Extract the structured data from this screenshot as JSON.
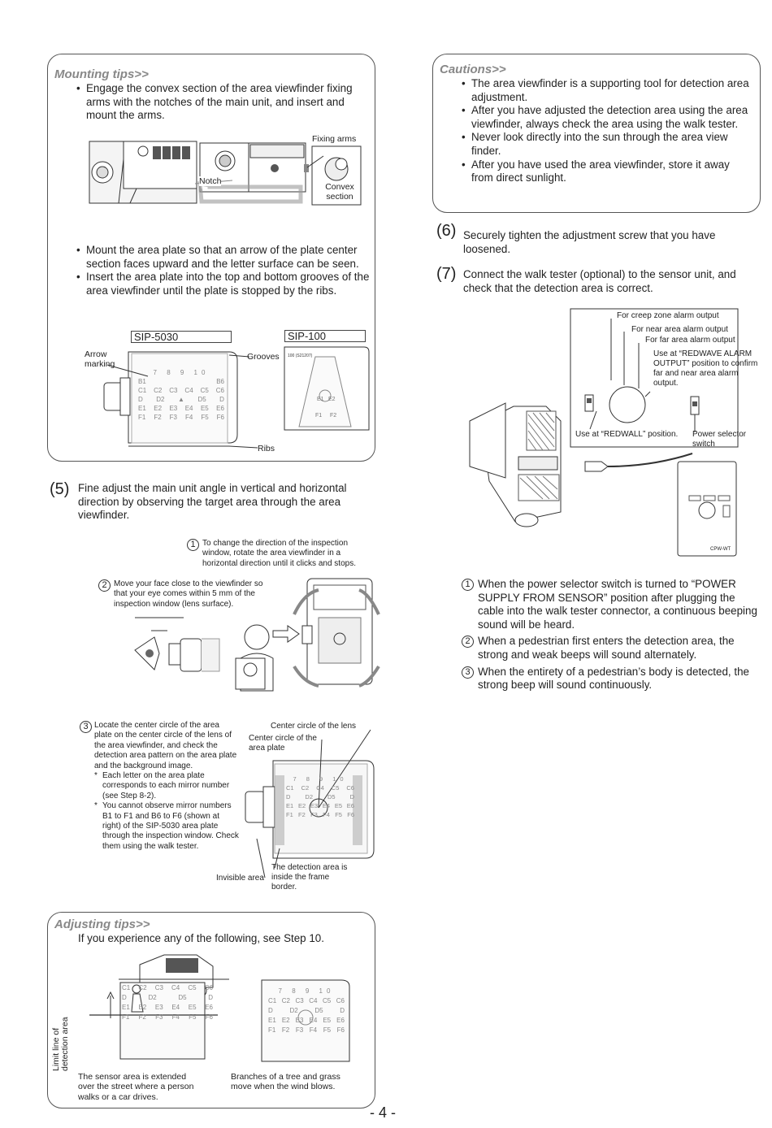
{
  "mounting_tips": {
    "title": "Mounting tips>>",
    "bullet1": "Engage the convex section of the area viewfinder fixing arms with the notches of the main unit, and insert and mount the arms.",
    "fig1_labels": {
      "fixing_arms": "Fixing arms",
      "notch": "Notch",
      "convex_section": "Convex section"
    },
    "bullet2": "Mount the area plate so that an arrow of the plate center section faces upward and the letter surface can be seen.",
    "bullet3": "Insert the area plate into the top and bottom grooves of the area viewfinder until the plate is stopped by the ribs.",
    "fig2_labels": {
      "sip5030": "SIP-5030",
      "sip100": "SIP-100",
      "arrow_marking": "Arrow marking",
      "grooves": "Grooves",
      "ribs": "Ribs"
    }
  },
  "cautions": {
    "title": "Cautions>>",
    "items": [
      "The area viewfinder is a supporting tool for detection area adjustment.",
      "After you have adjusted the detection area using the area viewfinder, always check the area using the walk tester.",
      "Never look directly into the sun through the area view finder.",
      "After you have used the area viewfinder, store it away from direct sunlight."
    ]
  },
  "step5": {
    "num": "(5)",
    "text": "Fine adjust the main unit angle in vertical and horizontal direction by observing the target area through the area viewfinder.",
    "note1_num": "1",
    "note1": "To change the direction of the inspection window, rotate the area viewfinder in a horizontal direction until it clicks and stops.",
    "note2_num": "2",
    "note2": "Move your face close to the viewfinder so that your eye comes within 5 mm of the inspection window (lens surface).",
    "note3_num": "3",
    "note3": "Locate the center circle of the area plate on the center circle of the lens of the area viewfinder, and check the detection area pattern on the area plate and the background image.",
    "note3_star1": "Each letter on the area plate corresponds to each mirror number (see Step 8-2).",
    "note3_star2": "You cannot observe mirror numbers B1 to F1 and B6 to F6 (shown at right) of the SIP-5030 area plate through the inspection window. Check them using the walk tester.",
    "fig_labels": {
      "center_lens": "Center circle of the lens",
      "center_plate": "Center circle of the area plate",
      "invisible": "Invisible area",
      "detection_inside": "The detection area is inside the frame border."
    }
  },
  "adjusting_tips": {
    "title": "Adjusting tips>>",
    "text": "If you experience any of the following, see Step 10.",
    "limit_line": "Limit line of detection area",
    "caption1": "The sensor area is extended over the street where a person walks or a car drives.",
    "caption2": "Branches of a tree and grass move when the wind blows."
  },
  "step6": {
    "num": "(6)",
    "text": "Securely tighten the adjustment screw that you have loosened."
  },
  "step7": {
    "num": "(7)",
    "text": "Connect the walk tester (optional) to the sensor unit, and check that the detection area is correct.",
    "fig_labels": {
      "creep": "For creep zone alarm output",
      "near": "For near area alarm output",
      "far": "For far area alarm output",
      "redwave": "Use at “REDWAVE ALARM OUTPUT” position to confirm far and near area alarm output.",
      "redwall": "Use at “REDWALL” position.",
      "power_selector": "Power selector switch",
      "model": "CPW-WT"
    },
    "notes": [
      {
        "num": "1",
        "text": "When the power selector switch is turned to “POWER SUPPLY FROM SENSOR” position after plugging the cable into the walk tester connector, a continuous beeping sound will be heard."
      },
      {
        "num": "2",
        "text": "When a pedestrian first enters the detection area, the strong and weak beeps will sound alternately."
      },
      {
        "num": "3",
        "text": "When the entirety of a pedestrian’s body is detected, the strong beep will sound continuously."
      }
    ]
  },
  "page_number": "- 4 -",
  "plate_cells": {
    "top": [
      "7",
      "8",
      "9",
      "10"
    ],
    "b": [
      "B1",
      "B6"
    ],
    "c": [
      "C1",
      "C2",
      "C3",
      "C4",
      "C5",
      "C6"
    ],
    "d": [
      "D",
      "D2",
      "D5",
      "D"
    ],
    "e": [
      "E1",
      "E2",
      "E3",
      "E4",
      "E5",
      "E6"
    ],
    "f": [
      "F1",
      "F2",
      "F3",
      "F4",
      "F5",
      "F6"
    ],
    "sip100_small": [
      "100 (S21207)",
      "E1",
      "E2",
      "F1",
      "F2"
    ]
  }
}
